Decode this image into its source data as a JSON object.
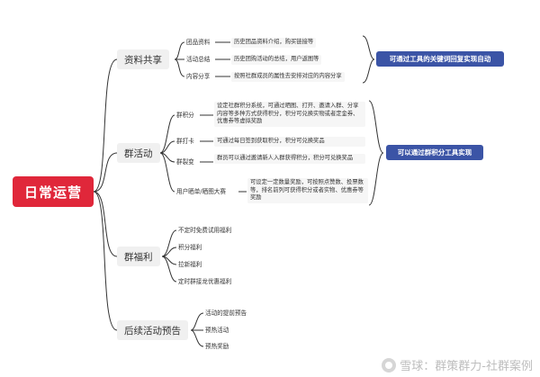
{
  "root": {
    "label": "日常运营"
  },
  "branches": [
    {
      "label": "资料共享",
      "items": [
        {
          "label": "团品资料",
          "desc": "历史团品资料介绍，购买链接等"
        },
        {
          "label": "活动总结",
          "desc": "历史团购活动的总结，用户返图等"
        },
        {
          "label": "内容分享",
          "desc": "按照社群成员的属性去安排对应的内容分享"
        }
      ],
      "callout": "可通过工具的关键词回复实现自动"
    },
    {
      "label": "群活动",
      "items": [
        {
          "label": "群积分",
          "desc": "设定社群积分系统，可通过晒图、打开、邀请入群、分享内容等多种方式获得积分，积分可兑换实物或者定金券、优惠券等虚拟奖励"
        },
        {
          "label": "群打卡",
          "desc": "可通过每日签到获取积分，积分可兑换奖品"
        },
        {
          "label": "群裂变",
          "desc": "群员可以通过邀请新人入群获得积分，积分可兑换奖品"
        },
        {
          "label": "用户晒单/晒图大赛",
          "desc": "可设定一定数量奖励，可按照点赞数、投票数等，排名前列可获得积分或者实物、优惠券等奖励"
        }
      ],
      "callout": "可以通过群积分工具实现"
    },
    {
      "label": "群福利",
      "items": [
        {
          "label": "不定时免费试用福利"
        },
        {
          "label": "积分福利"
        },
        {
          "label": "拉新福利"
        },
        {
          "label": "定时群接龙优惠福利"
        }
      ]
    },
    {
      "label": "后续活动预告",
      "items": [
        {
          "label": "活动的提前预告"
        },
        {
          "label": "预热活动"
        },
        {
          "label": "预热奖励"
        }
      ]
    }
  ],
  "watermark": "雪球：群策群力-社群案例",
  "colors": {
    "root": "#e0273a",
    "callout": "#3b54a6",
    "line": "#333333",
    "branch_bg": "#f0f0f0"
  },
  "icons": {
    "watermark_logo": "snowball-logo-icon"
  }
}
